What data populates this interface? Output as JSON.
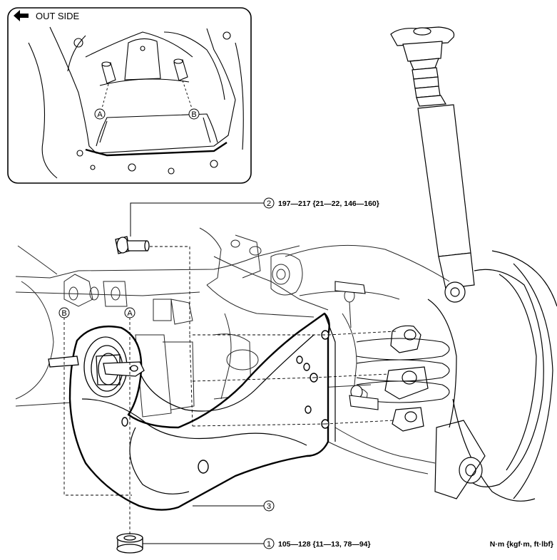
{
  "inset": {
    "title": "OUT SIDE",
    "label_a": "A",
    "label_b": "B"
  },
  "main_labels": {
    "label_a": "A",
    "label_b": "B"
  },
  "callouts": [
    {
      "number": "2",
      "text": "197—217 {21—22, 146—160}"
    },
    {
      "number": "3",
      "text": ""
    },
    {
      "number": "1",
      "text": "105—128 {11—13, 78—94}"
    }
  ],
  "units": "N·m {kgf·m, ft·lbf}"
}
